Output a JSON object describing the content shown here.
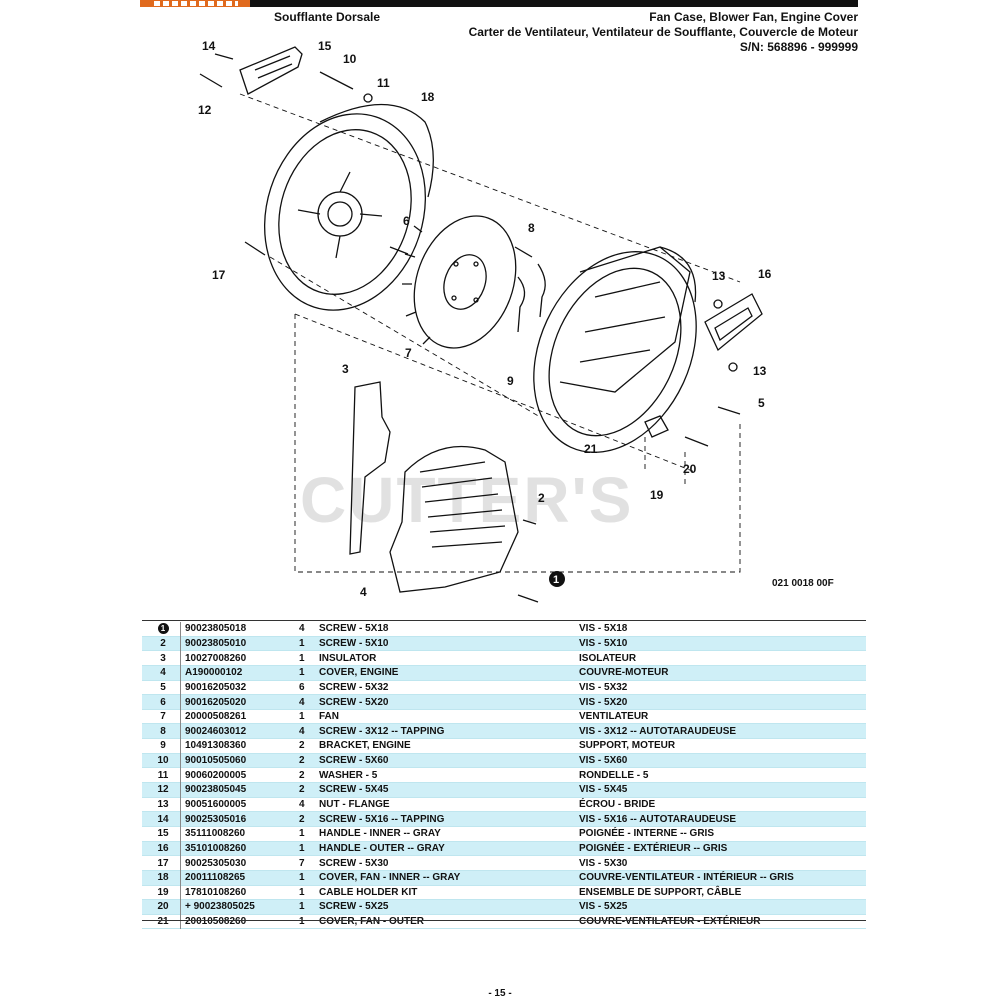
{
  "header": {
    "left_title": "Soufflante Dorsale",
    "right_line1": "Fan Case, Blower Fan, Engine Cover",
    "right_line2": "Carter de Ventilateur, Ventilateur de Soufflante, Couvercle de Moteur",
    "right_line3": "S/N: 568896 - 999999"
  },
  "diagram": {
    "drawing_code": "021 0018 00F",
    "watermark": "CUTTER'S",
    "callouts": [
      "14",
      "15",
      "10",
      "11",
      "12",
      "18",
      "6",
      "8",
      "7",
      "9",
      "17",
      "13",
      "16",
      "13",
      "5",
      "21",
      "3",
      "20",
      "19",
      "2",
      "4",
      "1"
    ]
  },
  "parts": [
    {
      "ref": "1",
      "circled": true,
      "pn": "90023805018",
      "qty": "4",
      "en": "SCREW - 5X18",
      "fr": "VIS - 5X18"
    },
    {
      "ref": "2",
      "pn": "90023805010",
      "qty": "1",
      "en": "SCREW - 5X10",
      "fr": "VIS - 5X10"
    },
    {
      "ref": "3",
      "pn": "10027008260",
      "qty": "1",
      "en": "INSULATOR",
      "fr": "ISOLATEUR"
    },
    {
      "ref": "4",
      "pn": "A190000102",
      "qty": "1",
      "en": "COVER, ENGINE",
      "fr": "COUVRE-MOTEUR"
    },
    {
      "ref": "5",
      "pn": "90016205032",
      "qty": "6",
      "en": "SCREW - 5X32",
      "fr": "VIS - 5X32"
    },
    {
      "ref": "6",
      "pn": "90016205020",
      "qty": "4",
      "en": "SCREW - 5X20",
      "fr": "VIS - 5X20"
    },
    {
      "ref": "7",
      "pn": "20000508261",
      "qty": "1",
      "en": "FAN",
      "fr": "VENTILATEUR"
    },
    {
      "ref": "8",
      "pn": "90024603012",
      "qty": "4",
      "en": "SCREW - 3X12 -- TAPPING",
      "fr": "VIS - 3X12 -- AUTOTARAUDEUSE"
    },
    {
      "ref": "9",
      "pn": "10491308360",
      "qty": "2",
      "en": "BRACKET, ENGINE",
      "fr": "SUPPORT, MOTEUR"
    },
    {
      "ref": "10",
      "pn": "90010505060",
      "qty": "2",
      "en": "SCREW - 5X60",
      "fr": "VIS - 5X60"
    },
    {
      "ref": "11",
      "pn": "90060200005",
      "qty": "2",
      "en": "WASHER - 5",
      "fr": "RONDELLE - 5"
    },
    {
      "ref": "12",
      "pn": "90023805045",
      "qty": "2",
      "en": "SCREW - 5X45",
      "fr": "VIS - 5X45"
    },
    {
      "ref": "13",
      "pn": "90051600005",
      "qty": "4",
      "en": "NUT - FLANGE",
      "fr": "ÉCROU - BRIDE"
    },
    {
      "ref": "14",
      "pn": "90025305016",
      "qty": "2",
      "en": "SCREW - 5X16 -- TAPPING",
      "fr": "VIS - 5X16 -- AUTOTARAUDEUSE"
    },
    {
      "ref": "15",
      "pn": "35111008260",
      "qty": "1",
      "en": "HANDLE - INNER -- GRAY",
      "fr": "POIGNÉE - INTERNE -- GRIS"
    },
    {
      "ref": "16",
      "pn": "35101008260",
      "qty": "1",
      "en": "HANDLE - OUTER -- GRAY",
      "fr": "POIGNÉE - EXTÉRIEUR -- GRIS"
    },
    {
      "ref": "17",
      "pn": "90025305030",
      "qty": "7",
      "en": "SCREW - 5X30",
      "fr": "VIS - 5X30"
    },
    {
      "ref": "18",
      "pn": "20011108265",
      "qty": "1",
      "en": "COVER, FAN - INNER -- GRAY",
      "fr": "COUVRE-VENTILATEUR - INTÉRIEUR -- GRIS"
    },
    {
      "ref": "19",
      "pn": "17810108260",
      "qty": "1",
      "en": "CABLE HOLDER KIT",
      "fr": "ENSEMBLE DE SUPPORT, CÂBLE"
    },
    {
      "ref": "20",
      "pn": "+ 90023805025",
      "qty": "1",
      "en": "SCREW - 5X25",
      "fr": "VIS - 5X25"
    },
    {
      "ref": "21",
      "pn": "20010508260",
      "qty": "1",
      "en": "COVER, FAN - OUTER",
      "fr": "COUVRE-VENTILATEUR - EXTÉRIEUR"
    }
  ],
  "footer": {
    "page_number": "- 15 -"
  },
  "colors": {
    "row_alt": "#cfeff7",
    "brand": "#e06a1e"
  }
}
